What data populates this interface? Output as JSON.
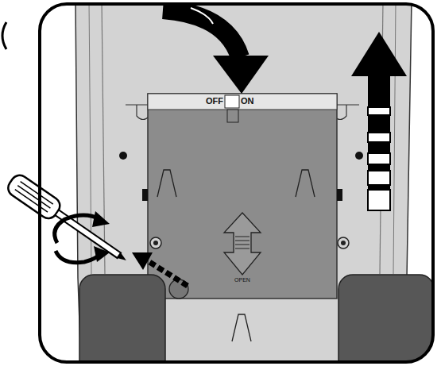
{
  "diagram": {
    "labels": [
      "OFF",
      "ON",
      "OPEN"
    ]
  }
}
